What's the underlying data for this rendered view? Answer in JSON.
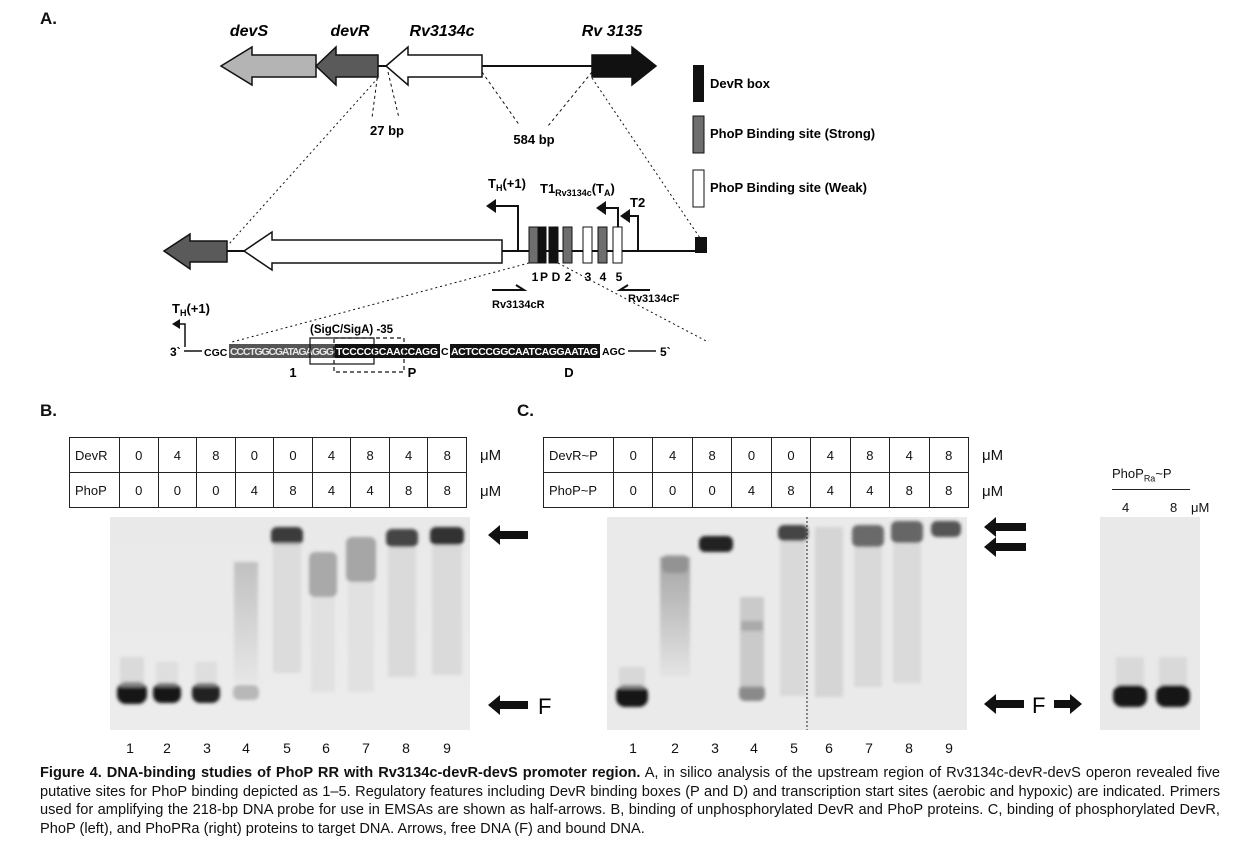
{
  "panel_a": {
    "label": "A.",
    "genes": [
      "devS",
      "devR",
      "Rv3134c",
      "Rv 3135"
    ],
    "spacers": [
      "27 bp",
      "584 bp"
    ],
    "legend": [
      "DevR box",
      "PhoP Binding site (Strong)",
      "PhoP Binding site (Weak)"
    ],
    "colors": {
      "devr_box": "#111111",
      "phop_strong": "#6e6e6e",
      "phop_weak": "#ffffff",
      "devS": "#b4b4b4",
      "devR": "#5a5a5a"
    },
    "tss": {
      "th_main": "T",
      "th_sub": "H",
      "th_suffix": "(+1)",
      "t1_main": "T1",
      "t1_sub": "Rv3134c",
      "t1_suffix": "(T",
      "t1_sub2": "A",
      "t1_close": ")",
      "t2": "T2"
    },
    "sites": [
      "1",
      "P",
      "D",
      "2",
      "3",
      "4",
      "5"
    ],
    "primers": [
      "Rv3134cR",
      "Rv3134cF"
    ],
    "seq": {
      "th_main": "T",
      "th_sub": "H",
      "th_suffix": "(+1)",
      "end3": "3`",
      "end5": "5`",
      "sig": "(SigC/SigA) -35",
      "prefix": "CGC",
      "site1": "CCCTGGCGATAGAGGG",
      "siteP": "TCCCCGCAACCAGG",
      "gap": "C",
      "siteD": "ACTCCCGGCAATCAGGAATAG",
      "suffix": "AGC",
      "labels": [
        "1",
        "P",
        "D"
      ]
    }
  },
  "panel_b": {
    "label": "B.",
    "rows": [
      {
        "name": "DevR",
        "values": [
          "0",
          "4",
          "8",
          "0",
          "0",
          "4",
          "8",
          "4",
          "8"
        ]
      },
      {
        "name": "PhoP",
        "values": [
          "0",
          "0",
          "0",
          "4",
          "8",
          "4",
          "4",
          "8",
          "8"
        ]
      }
    ],
    "unit": "μM",
    "lanes": [
      "1",
      "2",
      "3",
      "4",
      "5",
      "6",
      "7",
      "8",
      "9"
    ],
    "free_label": "F"
  },
  "panel_c": {
    "label": "C.",
    "rows": [
      {
        "name": "DevR~P",
        "values": [
          "0",
          "4",
          "8",
          "0",
          "0",
          "4",
          "8",
          "4",
          "8"
        ]
      },
      {
        "name": "PhoP~P",
        "values": [
          "0",
          "0",
          "0",
          "4",
          "8",
          "4",
          "4",
          "8",
          "8"
        ]
      }
    ],
    "unit": "μM",
    "lanes": [
      "1",
      "2",
      "3",
      "4",
      "5",
      "6",
      "7",
      "8",
      "9"
    ],
    "free_label": "F",
    "side": {
      "title_main": "PhoP",
      "title_sub": "Ra",
      "title_suffix": "~P",
      "values": [
        "4",
        "8"
      ],
      "unit": "μM"
    }
  },
  "caption": {
    "title": "Figure 4. DNA-binding studies of PhoP RR with Rv3134c-devR-devS promoter region.",
    "body": "A, in silico analysis of the upstream region of Rv3134c-devR-devS operon revealed five putative sites for PhoP binding depicted as 1–5. Regulatory features including DevR binding boxes (P and D) and transcription start sites (aerobic and hypoxic) are indicated. Primers used for amplifying the 218-bp DNA probe for use in EMSAs are shown as half-arrows. B, binding of unphosphorylated DevR and PhoP proteins. C, binding of phosphorylated DevR, PhoP (left), and PhoPRa (right) proteins to target DNA. Arrows, free DNA (F) and bound DNA."
  }
}
